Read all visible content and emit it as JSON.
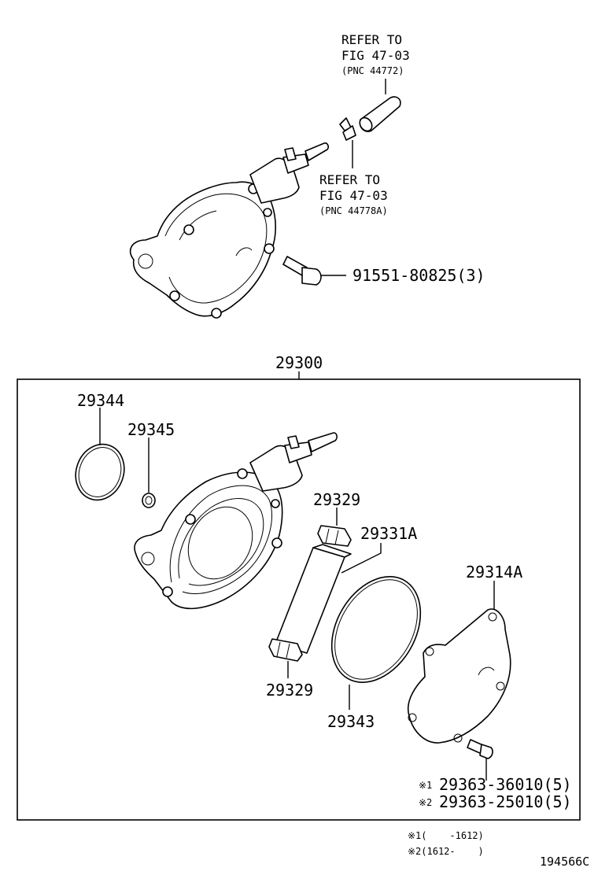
{
  "refs": [
    {
      "line1": "REFER TO",
      "line2": "FIG 47-03",
      "pnc": "(PNC 44772)"
    },
    {
      "line1": "REFER TO",
      "line2": "FIG 47-03",
      "pnc": "(PNC 44778A)"
    }
  ],
  "parts": {
    "bolt_top": "91551-80825(3)",
    "assembly": "29300",
    "oring_large": "29344",
    "oring_small": "29345",
    "cap_upper": "29329",
    "vane": "29331A",
    "cover": "29314A",
    "cap_lower": "29329",
    "gasket": "29343",
    "screw_1": "29363-36010(5)",
    "screw_2": "29363-25010(5)"
  },
  "markers": {
    "m1": "※1",
    "m2": "※2"
  },
  "notes": {
    "note1": "※1(    -1612)",
    "note2": "※2(1612-    )"
  },
  "figure_code": "194566C"
}
